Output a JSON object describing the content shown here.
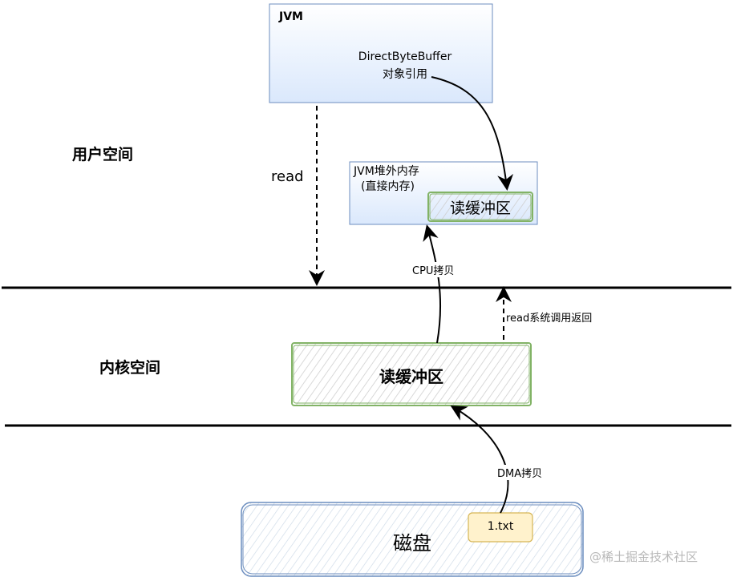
{
  "regions": {
    "user_space": "用户空间",
    "kernel_space": "内核空间"
  },
  "jvm_box": {
    "title": "JVM",
    "ref_line1": "DirectByteBuffer",
    "ref_line2": "对象引用"
  },
  "offheap_box": {
    "line1": "JVM堆外内存",
    "line2": "(直接内存)",
    "buffer_label": "读缓冲区"
  },
  "kernel_buffer": {
    "label": "读缓冲区"
  },
  "disk": {
    "label": "磁盘",
    "file_label": "1.txt"
  },
  "edges": {
    "read": "read",
    "cpu_copy": "CPU拷贝",
    "syscall_return": "read系统调用返回",
    "dma_copy": "DMA拷贝"
  },
  "watermark": "@稀土掘金技术社区",
  "colors": {
    "box_fill": "#dae8fc",
    "box_stroke": "#6c8ebf",
    "buffer_stroke": "#82b366",
    "file_fill": "#fff2cc",
    "file_stroke": "#d6b656"
  }
}
